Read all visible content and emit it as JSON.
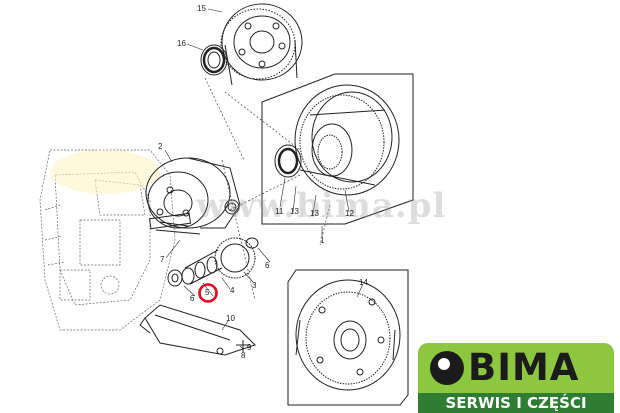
{
  "watermark": "www.bima.pl",
  "logo": {
    "name": "BIMA",
    "tagline": "SERWIS I CZĘŚCI"
  },
  "part_numbers": {
    "p15": "15",
    "p16": "16",
    "p2": "2",
    "p11": "11",
    "p13a": "13",
    "p13b": "13",
    "p12": "12",
    "p1": "1",
    "p7": "7",
    "p6a": "6",
    "p6b": "6",
    "p4": "4",
    "p5": "5",
    "p3": "3",
    "p14": "14",
    "p10": "10",
    "p9": "9",
    "p8": "8"
  },
  "colors": {
    "line": "#222222",
    "highlight": "#e8001c",
    "brand_green": "#8dc63f",
    "brand_dark_green": "#2e7d32"
  }
}
